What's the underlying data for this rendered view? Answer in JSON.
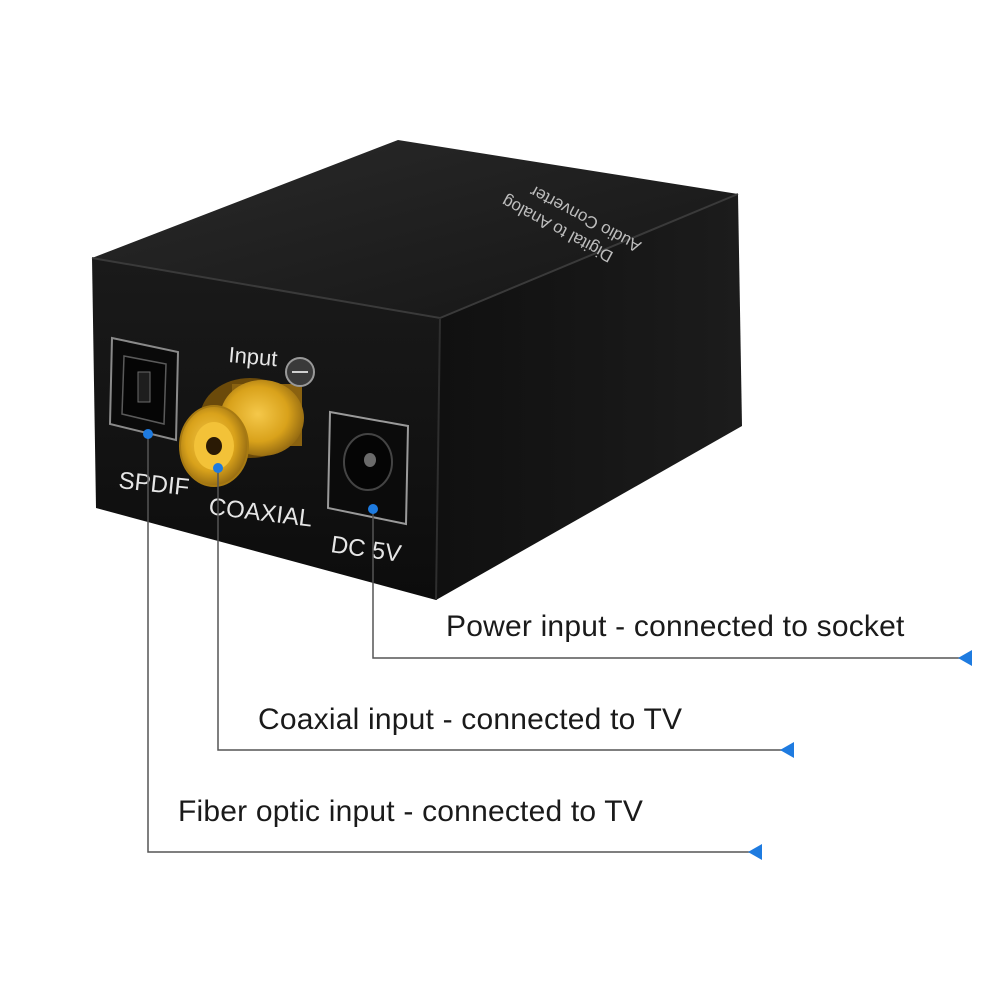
{
  "device": {
    "top_label_line1": "Digital to Analog",
    "top_label_line2": "Audio Converter",
    "port_labels": {
      "input": "Input",
      "spdif": "SPDIF",
      "coaxial": "COAXIAL",
      "dc": "DC 5V"
    }
  },
  "callouts": [
    {
      "text": "Power input - connected to socket"
    },
    {
      "text": "Coaxial input - connected to TV"
    },
    {
      "text": "Fiber optic input - connected to TV"
    }
  ],
  "colors": {
    "accent": "#1e7be0",
    "device_body": "#141414",
    "gold": "#d9a21b",
    "line": "#555555"
  }
}
